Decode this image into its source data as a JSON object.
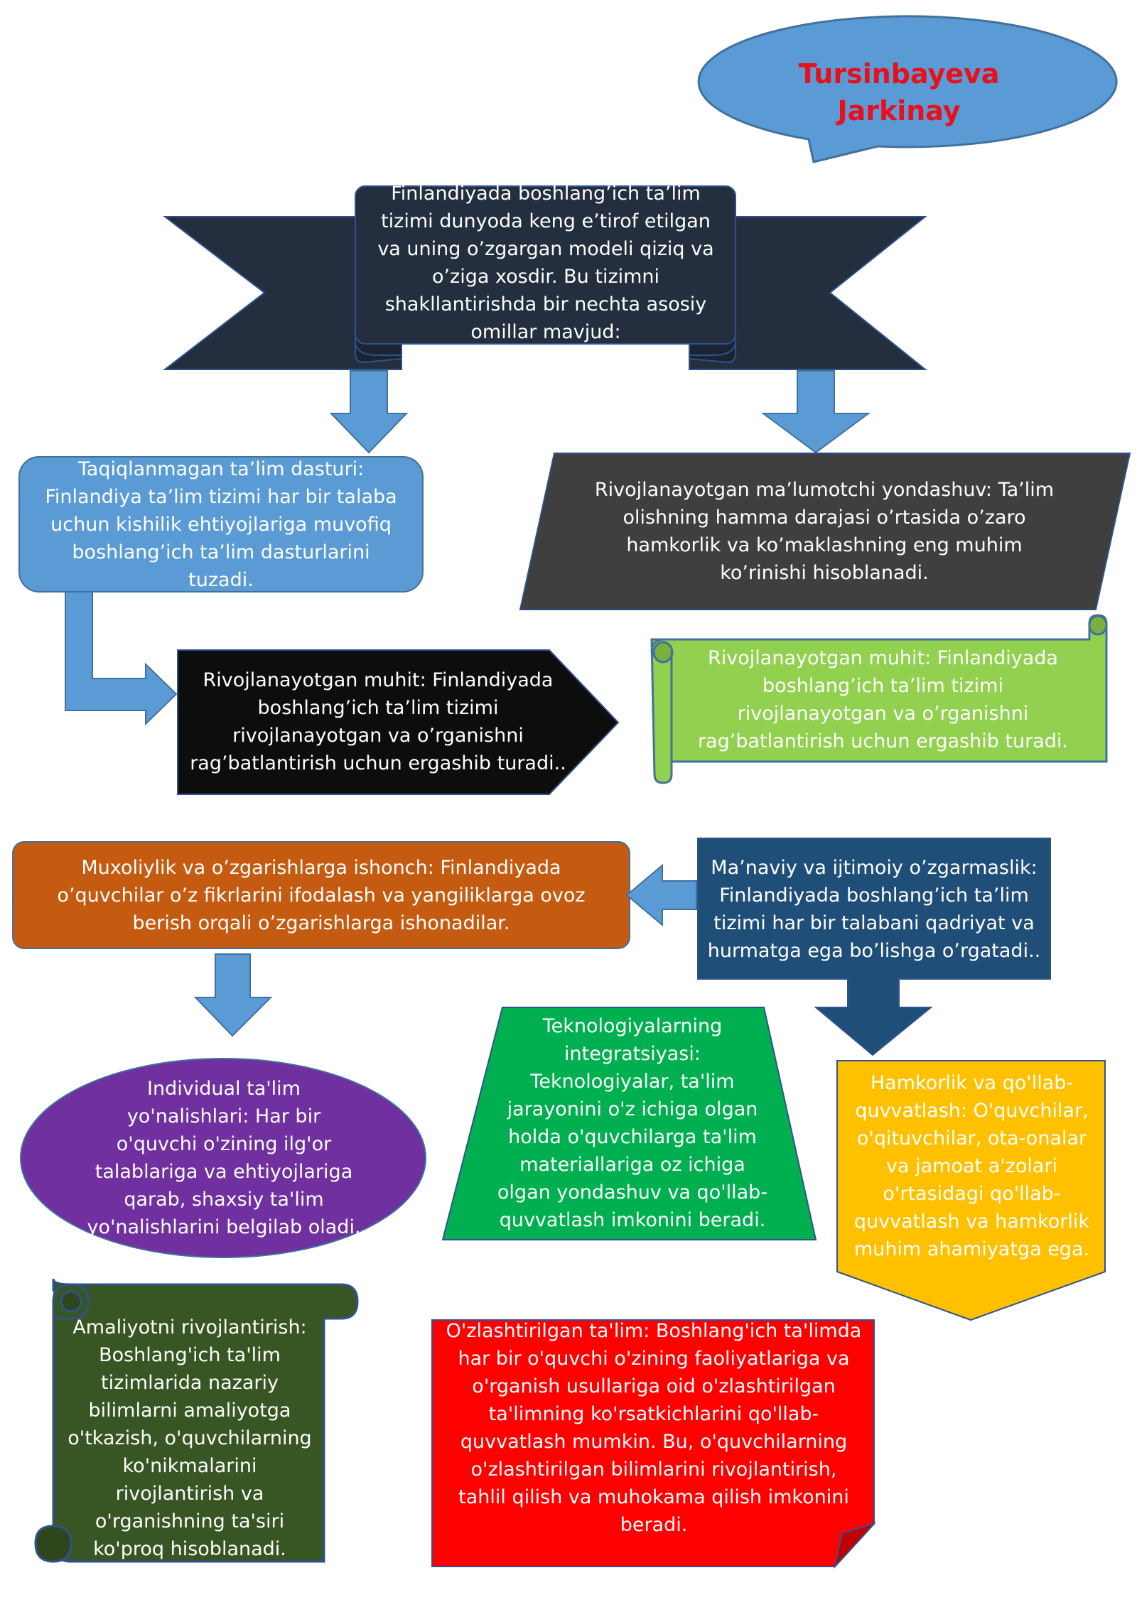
{
  "author": {
    "line1": "Tursinbayeva",
    "line2": "Jarkinay"
  },
  "nodes": {
    "intro": "Finlandiyada boshlang’ich ta’lim tizimi dunyoda keng e’tirof etilgan va uning o’zgargan modeli qiziq va o’ziga xosdir. Bu tizimni shakllantirishda bir nechta asosiy omillar mavjud:",
    "curriculum": "Taqiqlanmagan ta’lim dasturi: Finlandiya ta’lim tizimi har bir talaba uchun kishilik ehtiyojlariga muvofiq boshlang’ich ta’lim dasturlarini tuzadi.",
    "informative": "Rivojlanayotgan ma’lumotchi yondashuv: Ta’lim olishning hamma darajasi o’rtasida o’zaro hamkorlik va ko’maklashning eng muhim ko’rinishi hisoblanadi.",
    "environment_black": "Rivojlanayotgan muhit: Finlandiyada boshlang’ich ta’lim tizimi rivojlanayotgan va o’rganishni rag’batlantirish uchun ergashib turadi..",
    "environment_green": "Rivojlanayotgan muhit: Finlandiyada boshlang’ich ta’lim tizimi rivojlanayotgan va o’rganishni rag’batlantirish uchun ergashib turadi.",
    "autonomy": "Muxoliylik va o’zgarishlarga ishonch: Finlandiyada o’quvchilar o’z fikrlarini ifodalash va yangiliklarga ovoz berish orqali o’zgarishlarga ishonadilar.",
    "values": "Ma’naviy va ijtimoiy o’zgarmaslik: Finlandiyada boshlang’ich ta’lim tizimi har bir talabani qadriyat va hurmatga ega bo’lishga o’rgatadi..",
    "individual": "Individual ta'lim yo'nalishlari: Har bir o'quvchi o'zining ilg'or talablariga va ehtiyojlariga qarab, shaxsiy ta'lim yo'nalishlarini belgilab oladi.",
    "technology": "Teknologiyalarning integratsiyasi: Teknologiyalar, ta'lim jarayonini o'z ichiga olgan holda o'quvchilarga ta'lim materiallariga oz ichiga olgan yondashuv va qo'llab-quvvatlash imkonini beradi.",
    "cooperation": "Hamkorlik va qo'llab-quvvatlash: O'quvchilar, o'qituvchilar, ota-onalar va jamoat a'zolari o'rtasidagi qo'llab-quvvatlash va hamkorlik muhim ahamiyatga ega.",
    "practice": "Amaliyotni rivojlantirish: Boshlang'ich ta'lim tizimlarida nazariy bilimlarni amaliyotga o'tkazish, o'quvchilarning ko'nikmalarini rivojlantirish va o'rganishning ta'siri ko'proq hisoblanadi.",
    "personalized": "O'zlashtirilgan ta'lim: Boshlang'ich ta'limda har bir o'quvchi o'zining faoliyatlariga va o'rganish usullariga oid o'zlashtirilgan ta'limning ko'rsatkichlarini qo'llab-quvvatlash mumkin. Bu, o'quvchilarning o'zlashtirilgan bilimlarini rivojlantirish, tahlil qilish va muhokama qilish imkonini beradi."
  },
  "colors": {
    "arrow": "#5b9bd5",
    "ribbon": "#232f3e",
    "blue_box": "#5b9bd5",
    "dark_gray": "#3f3f3f",
    "black": "#0d0d0d",
    "light_green": "#92d050",
    "orange": "#c55a11",
    "navy": "#1f4e79",
    "purple": "#7030a0",
    "green": "#00b050",
    "gold": "#ffc000",
    "dark_green": "#375623",
    "red": "#ff0000",
    "author_text": "#e8101a"
  }
}
